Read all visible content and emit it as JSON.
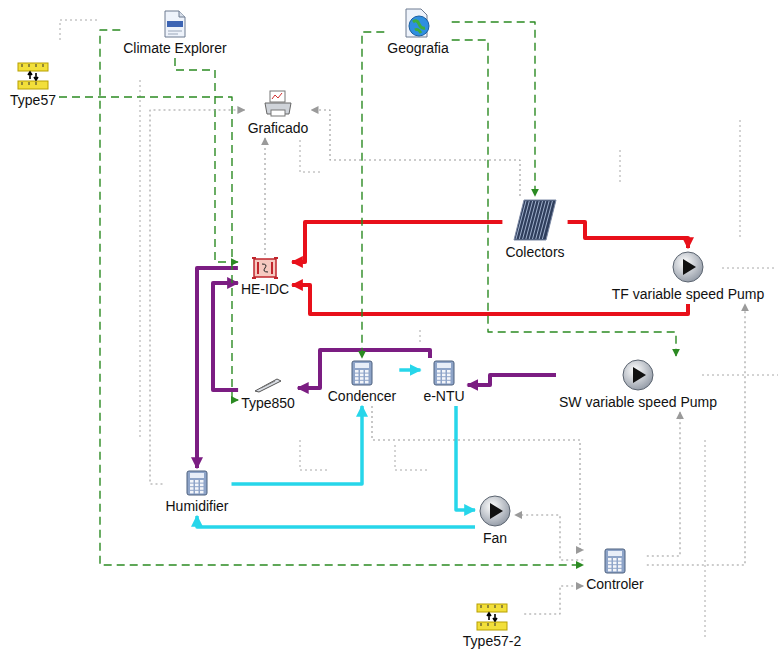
{
  "diagram": {
    "nodes": [
      {
        "text": [
          "Type57"
        ]
      },
      {
        "text": [
          "Climate Explorer"
        ]
      },
      {
        "text": [
          "Geografia"
        ]
      },
      {
        "text": [
          "Graficado"
        ]
      },
      {
        "text": [
          "Colectors"
        ]
      },
      {
        "text": [
          "TF variable speed Pump"
        ]
      },
      {
        "text": [
          "HE-IDC"
        ]
      },
      {
        "text": [
          "Type850"
        ]
      },
      {
        "text": [
          "Condencer"
        ]
      },
      {
        "text": [
          "e-NTU"
        ]
      },
      {
        "text": [
          "SW variable speed Pump"
        ]
      },
      {
        "text": [
          "Humidifier"
        ]
      },
      {
        "text": [
          "Fan"
        ]
      },
      {
        "text": [
          "Controler"
        ]
      },
      {
        "text": [
          "Type57-2"
        ]
      }
    ],
    "edges": [
      {
        "from": 4,
        "to": 6,
        "arrow": "to"
      },
      {
        "from": 4,
        "to": 5,
        "arrow": "to"
      },
      {
        "from": 5,
        "to": 6,
        "arrow": "to"
      },
      {
        "from": 10,
        "to": 9,
        "arrow": "to"
      },
      {
        "from": 9,
        "to": 7,
        "arrow": "to"
      },
      {
        "from": 7,
        "to": 6,
        "arrow": "to"
      },
      {
        "from": 6,
        "to": 11,
        "arrow": "to"
      },
      {
        "from": 11,
        "to": 8,
        "arrow": "to"
      },
      {
        "from": 8,
        "to": 9,
        "arrow": "to"
      },
      {
        "from": 9,
        "to": 12,
        "arrow": "to"
      },
      {
        "from": 12,
        "to": 11,
        "arrow": "to"
      },
      {
        "from": 0,
        "to": 7,
        "arrow": "to"
      },
      {
        "from": 1,
        "to": 6,
        "arrow": "to"
      },
      {
        "from": 2,
        "to": 4,
        "arrow": "to"
      },
      {
        "from": 2,
        "to": 10,
        "arrow": "to"
      },
      {
        "from": 2,
        "to": 8,
        "arrow": "to"
      },
      {
        "from": 1,
        "to": 13,
        "arrow": "to"
      },
      {
        "from": 4,
        "to": 3,
        "arrow": "to"
      },
      {
        "from": 6,
        "to": 3,
        "arrow": "to"
      },
      {
        "from": 11,
        "to": 3,
        "arrow": "to"
      },
      {
        "from": 13,
        "to": 5,
        "arrow": "to"
      },
      {
        "from": 13,
        "to": 10,
        "arrow": "to"
      },
      {
        "from": 13,
        "to": 12,
        "arrow": "to"
      },
      {
        "from": 14,
        "to": 13,
        "arrow": "to"
      },
      {
        "from": 8,
        "to": 13,
        "arrow": "to"
      }
    ]
  }
}
